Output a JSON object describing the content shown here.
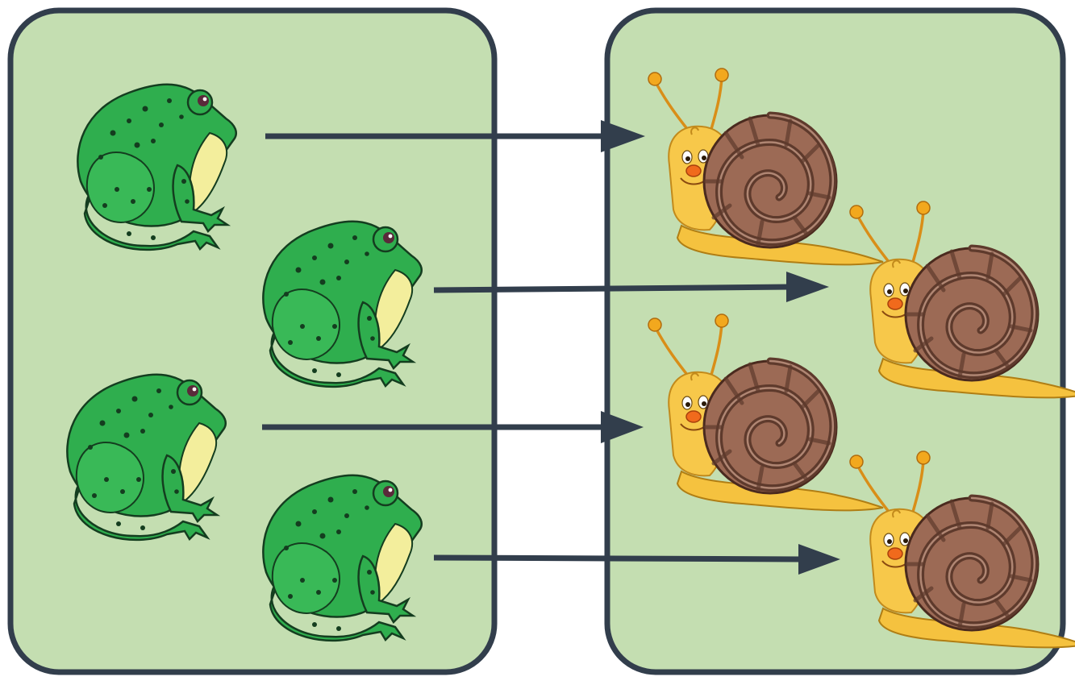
{
  "groups": [
    {
      "name": "frogs",
      "count": 4
    },
    {
      "name": "snails",
      "count": 4
    }
  ],
  "pairs": [
    {
      "from": "frog-1",
      "to": "snail-1"
    },
    {
      "from": "frog-2",
      "to": "snail-2"
    },
    {
      "from": "frog-3",
      "to": "snail-3"
    },
    {
      "from": "frog-4",
      "to": "snail-4"
    }
  ],
  "colors": {
    "panel_fill": "#c4deb1",
    "panel_border": "#323e4c",
    "arrow": "#323e4c",
    "frog_body": "#2fae4e",
    "frog_dark": "#1e7a35",
    "frog_belly": "#f3ee9c",
    "snail_body": "#f7c84a",
    "snail_shell": "#9c6a55",
    "snail_shell_dark": "#5e3a2c"
  },
  "icons": {
    "frog": "frog-icon",
    "snail": "snail-icon"
  }
}
